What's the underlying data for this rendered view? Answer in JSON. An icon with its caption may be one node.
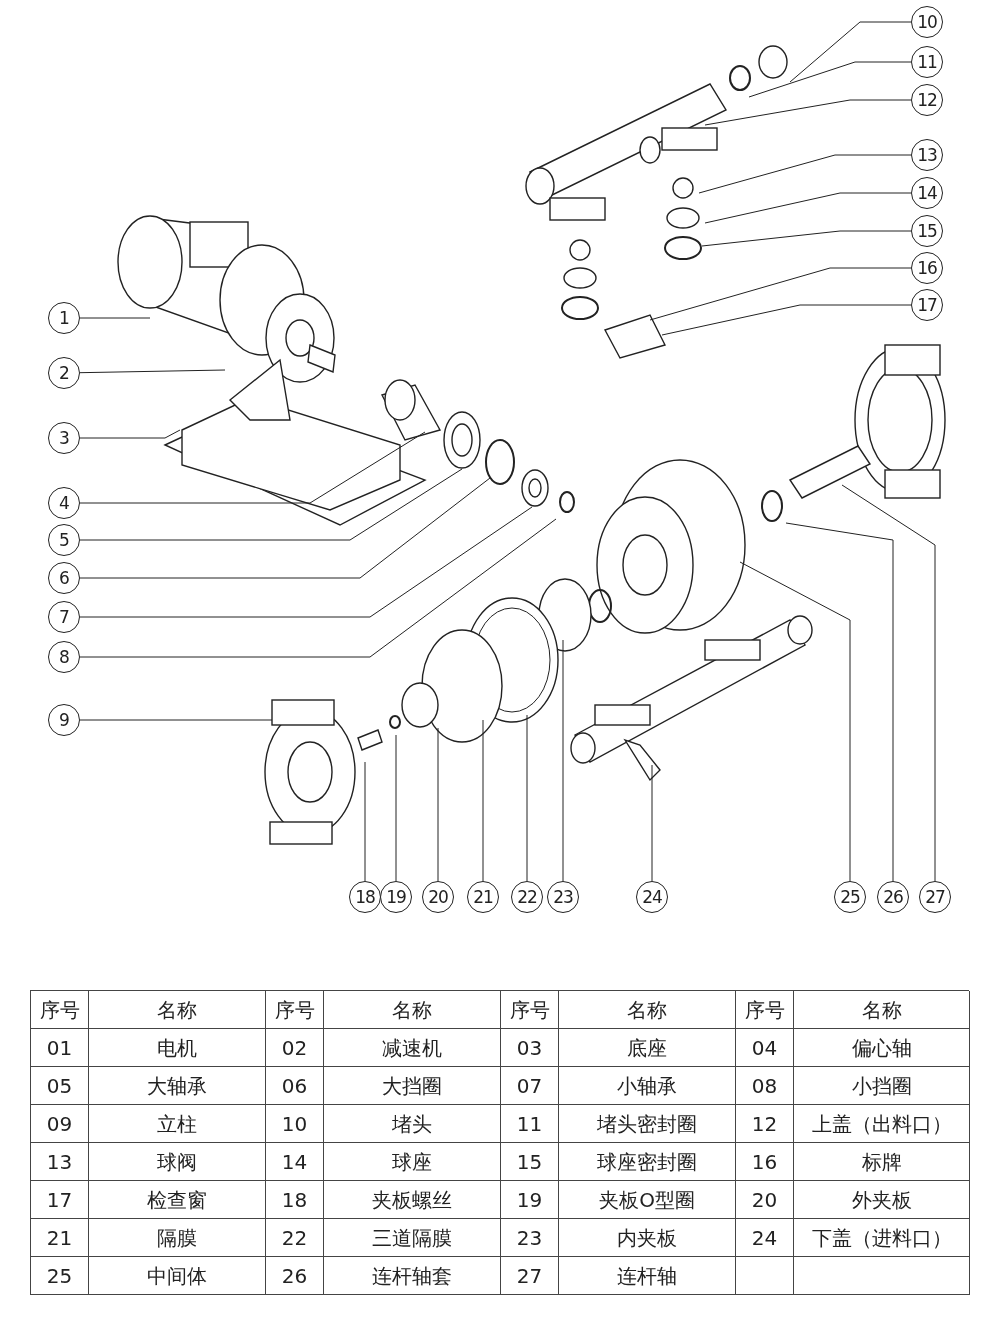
{
  "diagram": {
    "nodes": [
      {
        "text": [
          "1"
        ]
      },
      {
        "text": [
          "2"
        ]
      },
      {
        "text": [
          "3"
        ]
      },
      {
        "text": [
          "4"
        ]
      },
      {
        "text": [
          "5"
        ]
      },
      {
        "text": [
          "6"
        ]
      },
      {
        "text": [
          "7"
        ]
      },
      {
        "text": [
          "8"
        ]
      },
      {
        "text": [
          "9"
        ]
      },
      {
        "text": [
          "10"
        ]
      },
      {
        "text": [
          "11"
        ]
      },
      {
        "text": [
          "12"
        ]
      },
      {
        "text": [
          "13"
        ]
      },
      {
        "text": [
          "14"
        ]
      },
      {
        "text": [
          "15"
        ]
      },
      {
        "text": [
          "16"
        ]
      },
      {
        "text": [
          "17"
        ]
      },
      {
        "text": [
          "18"
        ]
      },
      {
        "text": [
          "19"
        ]
      },
      {
        "text": [
          "20"
        ]
      },
      {
        "text": [
          "21"
        ]
      },
      {
        "text": [
          "22"
        ]
      },
      {
        "text": [
          "23"
        ]
      },
      {
        "text": [
          "24"
        ]
      },
      {
        "text": [
          "25"
        ]
      },
      {
        "text": [
          "26"
        ]
      },
      {
        "text": [
          "27"
        ]
      }
    ],
    "edges": [
      {
        "from": 0,
        "to": null,
        "arrow": "none"
      },
      {
        "from": 1,
        "to": null,
        "arrow": "none"
      },
      {
        "from": 2,
        "to": null,
        "arrow": "none"
      },
      {
        "from": 3,
        "to": null,
        "arrow": "none"
      },
      {
        "from": 4,
        "to": null,
        "arrow": "none"
      },
      {
        "from": 5,
        "to": null,
        "arrow": "none"
      },
      {
        "from": 6,
        "to": null,
        "arrow": "none"
      },
      {
        "from": 7,
        "to": null,
        "arrow": "none"
      },
      {
        "from": 8,
        "to": null,
        "arrow": "none"
      },
      {
        "from": 9,
        "to": null,
        "arrow": "none"
      },
      {
        "from": 10,
        "to": null,
        "arrow": "none"
      },
      {
        "from": 11,
        "to": null,
        "arrow": "none"
      },
      {
        "from": 12,
        "to": null,
        "arrow": "none"
      },
      {
        "from": 13,
        "to": null,
        "arrow": "none"
      },
      {
        "from": 14,
        "to": null,
        "arrow": "none"
      },
      {
        "from": 15,
        "to": null,
        "arrow": "none"
      },
      {
        "from": 16,
        "to": null,
        "arrow": "none"
      },
      {
        "from": 17,
        "to": null,
        "arrow": "none"
      },
      {
        "from": 18,
        "to": null,
        "arrow": "none"
      },
      {
        "from": 19,
        "to": null,
        "arrow": "none"
      },
      {
        "from": 20,
        "to": null,
        "arrow": "none"
      },
      {
        "from": 21,
        "to": null,
        "arrow": "none"
      },
      {
        "from": 22,
        "to": null,
        "arrow": "none"
      },
      {
        "from": 23,
        "to": null,
        "arrow": "none"
      },
      {
        "from": 24,
        "to": null,
        "arrow": "none"
      },
      {
        "from": 25,
        "to": null,
        "arrow": "none"
      },
      {
        "from": 26,
        "to": null,
        "arrow": "none"
      }
    ],
    "labels": [
      "序号",
      "名称",
      "序号",
      "名称",
      "序号",
      "名称",
      "序号",
      "名称",
      "01",
      "电机",
      "02",
      "减速机",
      "03",
      "底座",
      "04",
      "偏心轴",
      "05",
      "大轴承",
      "06",
      "大挡圈",
      "07",
      "小轴承",
      "08",
      "小挡圈",
      "09",
      "立柱",
      "10",
      "堵头",
      "11",
      "堵头密封圈",
      "12",
      "上盖（出料口）",
      "13",
      "球阀",
      "14",
      "球座",
      "15",
      "球座密封圈",
      "16",
      "标牌",
      "17",
      "检查窗",
      "18",
      "夹板螺丝",
      "19",
      "夹板O型圈",
      "20",
      "外夹板",
      "21",
      "隔膜",
      "22",
      "三道隔膜",
      "23",
      "内夹板",
      "24",
      "下盖（进料口）",
      "25",
      "中间体",
      "26",
      "连杆轴套",
      "27",
      "连杆轴"
    ]
  }
}
